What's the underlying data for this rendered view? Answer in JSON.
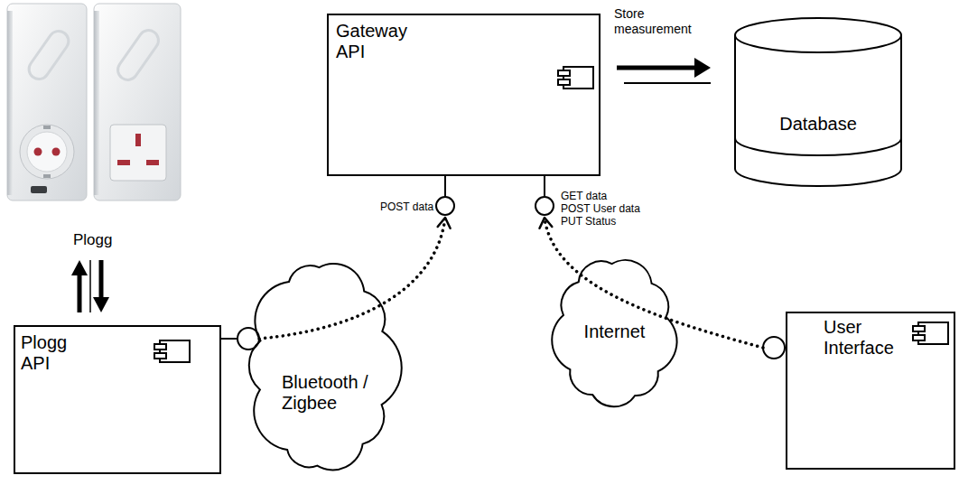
{
  "diagram": {
    "nodes": [
      {
        "text": [
          "Gateway API"
        ]
      },
      {
        "text": [
          "Database"
        ]
      },
      {
        "text": [
          "Plogg API"
        ]
      },
      {
        "text": [
          "Bluetooth / Zigbee"
        ]
      },
      {
        "text": [
          "Internet"
        ]
      },
      {
        "text": [
          "User Interface"
        ]
      }
    ],
    "edges": [
      {
        "from": 0,
        "to": 1,
        "label": "Store measurement",
        "arrow": "to"
      },
      {
        "from": 2,
        "to": 0,
        "arrow": "to"
      },
      {
        "from": 5,
        "to": 0,
        "arrow": "to"
      }
    ],
    "labels": [
      "Plogg",
      "POST data",
      "GET data",
      "POST User data",
      "PUT Status"
    ]
  }
}
